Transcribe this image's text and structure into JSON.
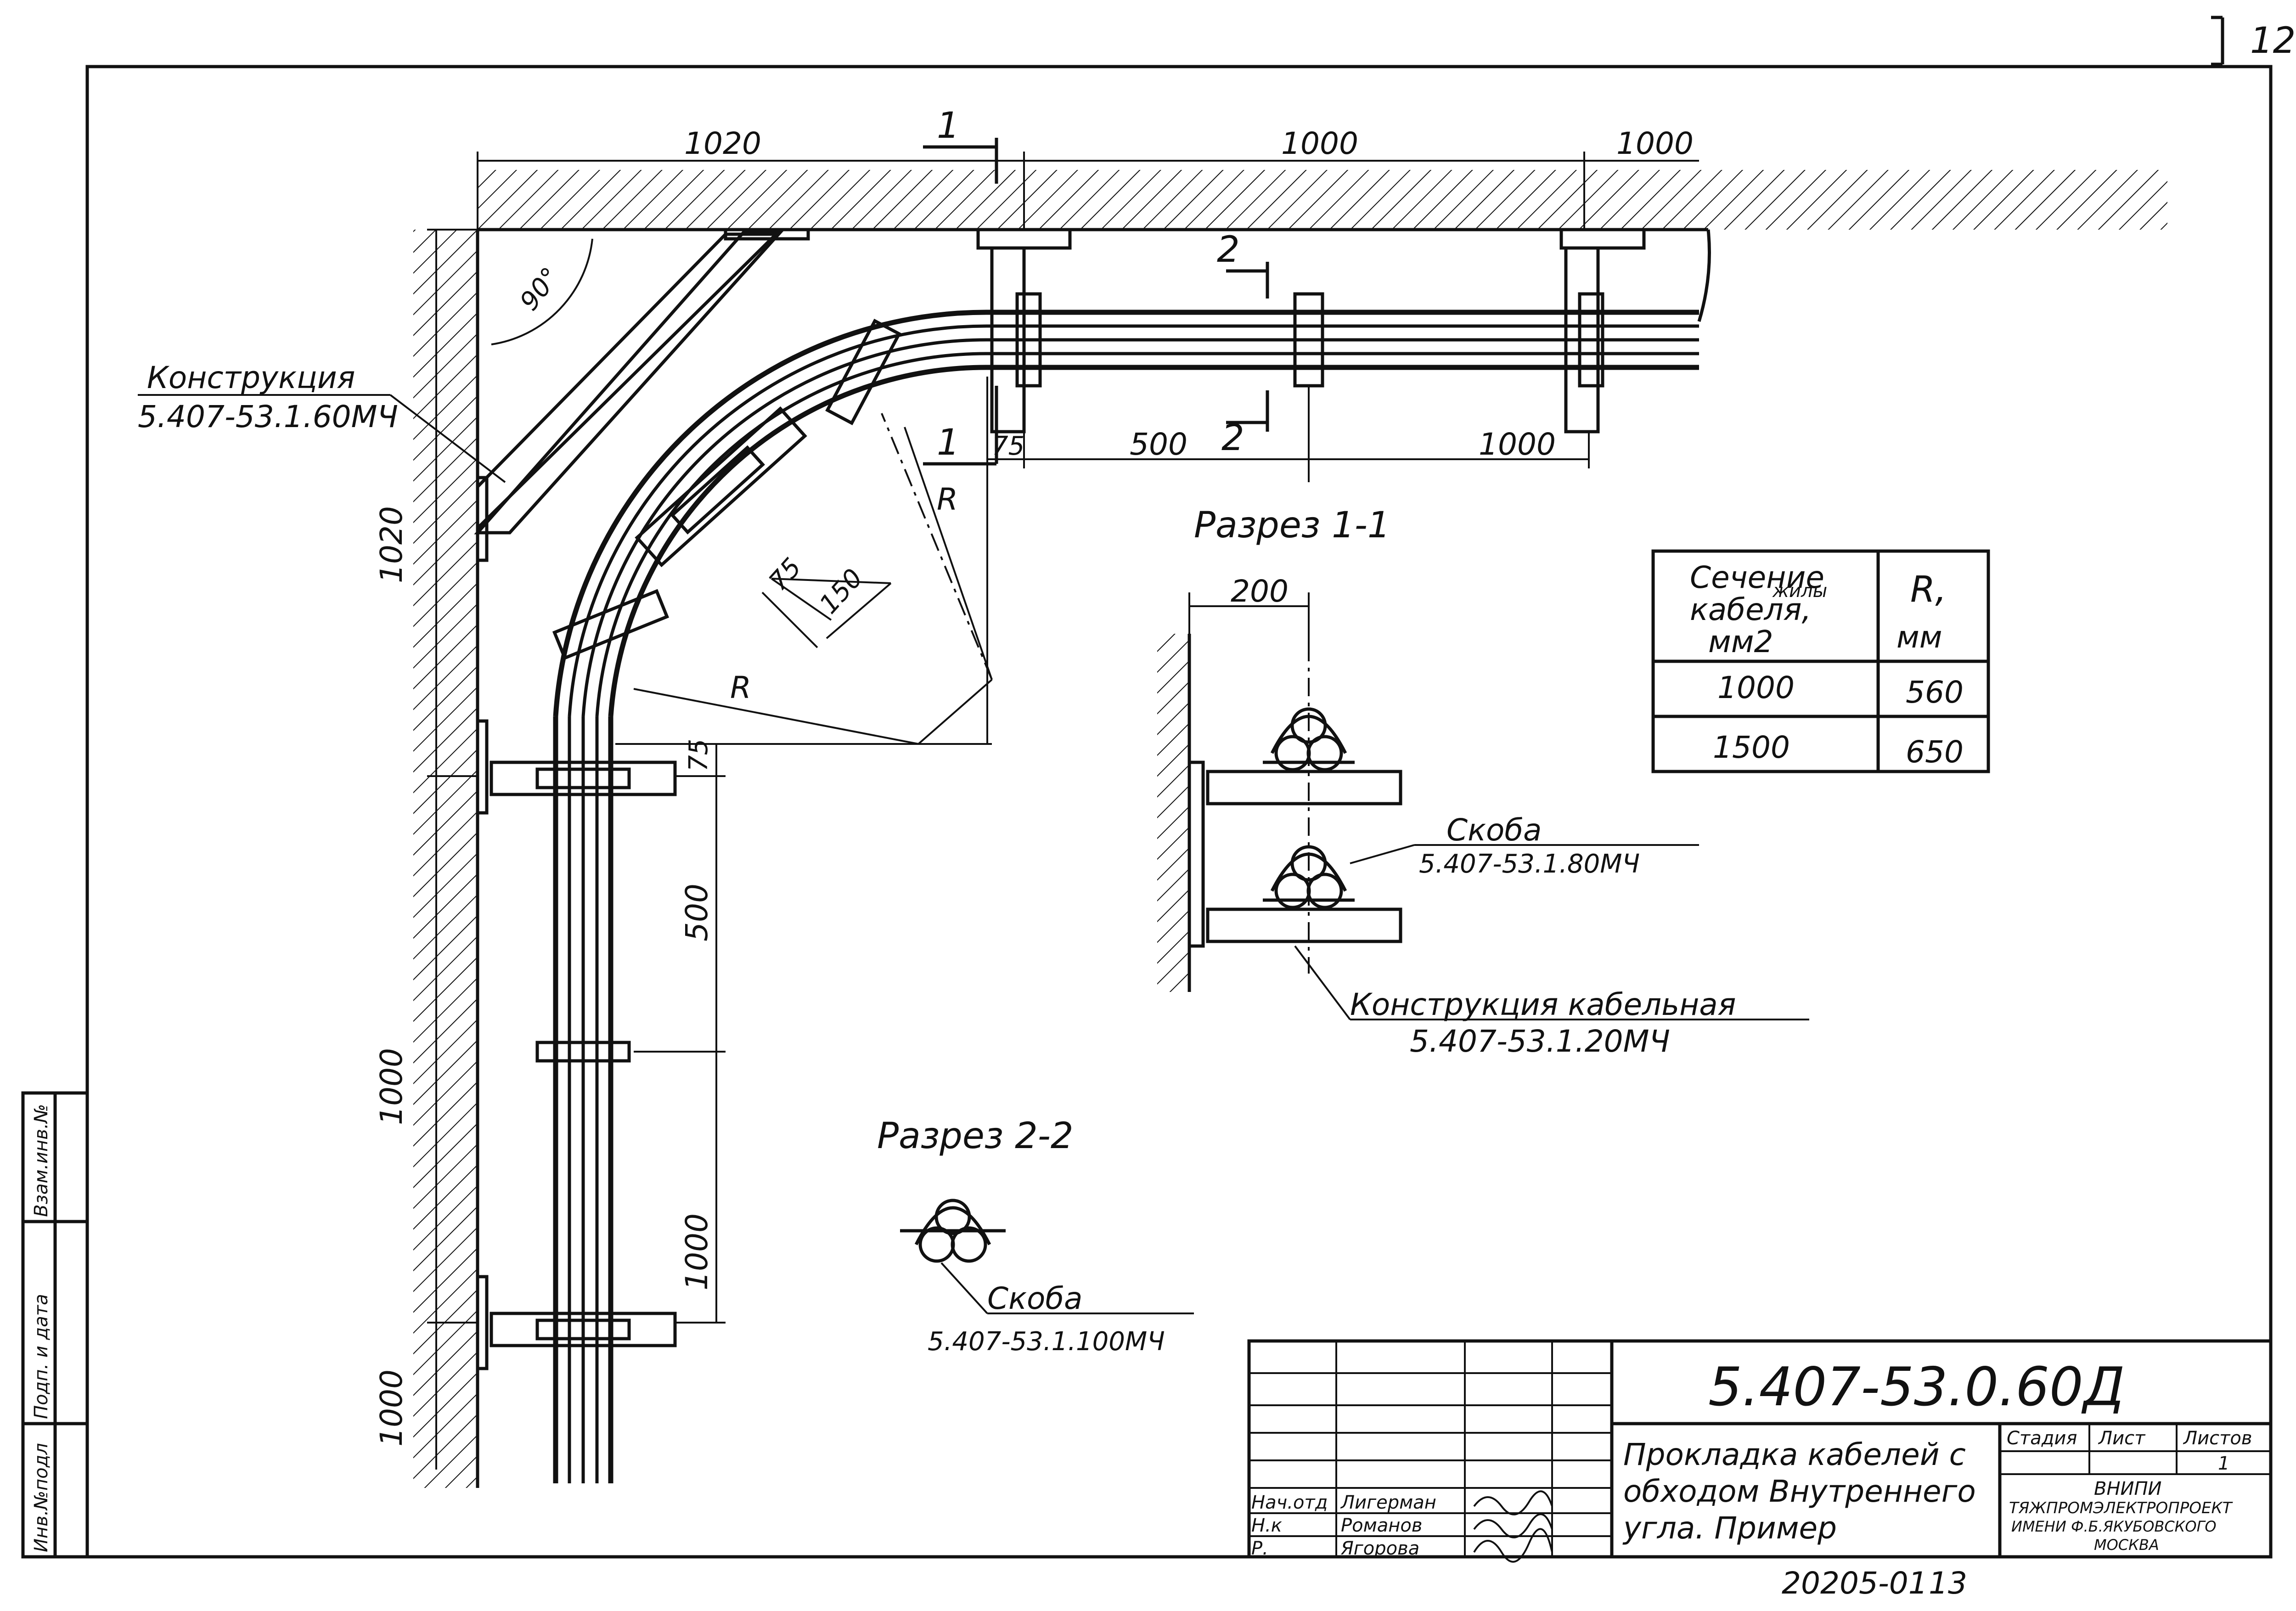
{
  "page": {
    "number": "12"
  },
  "dimensions": {
    "top_left": "1020",
    "top_mid": "1000",
    "top_right": "1000",
    "seg_75": "75",
    "seg_500": "500",
    "seg_1000": "1000",
    "left_1020": "1020",
    "left_1000a": "1000",
    "left_1000b": "1000",
    "vert_75": "75",
    "vert_500": "500",
    "vert_1000": "1000",
    "diag_75": "75",
    "diag_150": "150",
    "radius_a": "R",
    "radius_b": "R",
    "angle": "90°",
    "sec1_width": "200"
  },
  "section_marks": {
    "s1_top": "1",
    "s1_bottom": "1",
    "s2_top": "2",
    "s2_bottom": "2"
  },
  "labels": {
    "konstr_name": "Конструкция",
    "konstr_code": "5.407-53.1.60МЧ",
    "section_1": "Разрез 1-1",
    "section_2": "Разрез 2-2",
    "skoba1_name": "Скоба",
    "skoba1_code": "5.407-53.1.80МЧ",
    "kabkonstr_name": "Конструкция кабельная",
    "kabkonstr_code": "5.407-53.1.20МЧ",
    "skoba2_name": "Скоба",
    "skoba2_code": "5.407-53.1.100МЧ"
  },
  "table": {
    "header_section_line1": "Сечение",
    "header_section_line2": "жилы",
    "header_section_line3": "кабеля,",
    "header_section_line4": "мм2",
    "header_r_line1": "R,",
    "header_r_line2": "мм",
    "rows": [
      {
        "section": "1000",
        "r": "560"
      },
      {
        "section": "1500",
        "r": "650"
      }
    ]
  },
  "title_block": {
    "doc_code": "5.407-53.0.60Д",
    "title_line1": "Прокладка кабелей с",
    "title_line2": "обходом Внутреннего",
    "title_line3": "угла. Пример",
    "stage_label": "Стадия",
    "sheet_label": "Лист",
    "sheets_label": "Листов",
    "sheets_value": "1",
    "org_line1": "ВНИПИ",
    "org_line2": "ТЯЖПРОМЭЛЕКТРОПРОЕКТ",
    "org_line3": "ИМЕНИ Ф.Б.ЯКУБОВСКОГО",
    "org_line4": "МОСКВА",
    "role1": "Нач.отд",
    "name1": "Лигерман",
    "role2": "Н.к",
    "name2": "Романов",
    "role3": "Р.",
    "name3": "Ягорова"
  },
  "side_stamp": {
    "inv_podl": "Инв.№подл",
    "podp_data": "Подп. и дата",
    "vzam_inv": "Взам.инв.№"
  },
  "footer": {
    "archive_no": "20205-01",
    "sheet_no": "13"
  }
}
